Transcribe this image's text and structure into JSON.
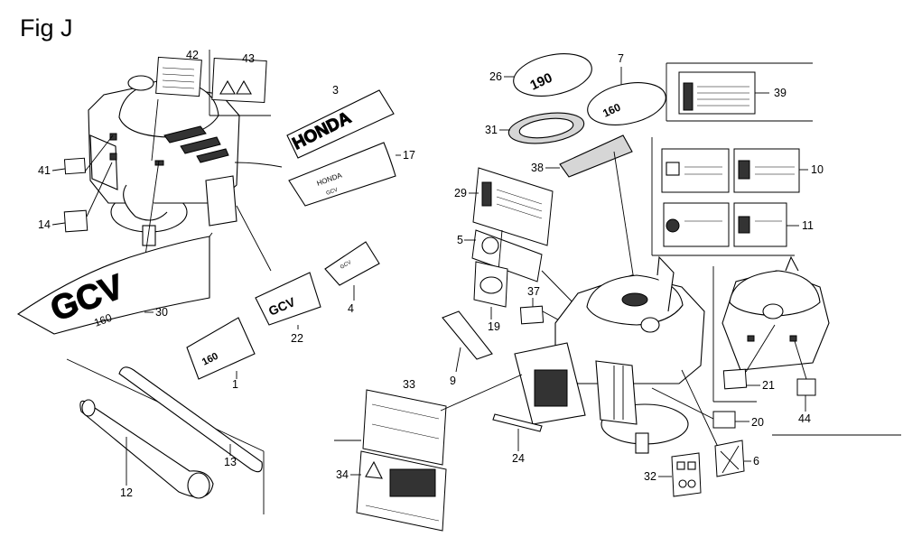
{
  "figure": {
    "title": "Fig J"
  },
  "callouts": {
    "c1": "1",
    "c3": "3",
    "c4": "4",
    "c5": "5",
    "c6": "6",
    "c7": "7",
    "c9": "9",
    "c10": "10",
    "c11": "11",
    "c12": "12",
    "c13": "13",
    "c14": "14",
    "c17": "17",
    "c19": "19",
    "c20": "20",
    "c21": "21",
    "c22": "22",
    "c24": "24",
    "c26": "26",
    "c29": "29",
    "c30": "30",
    "c31": "31",
    "c32": "32",
    "c33": "33",
    "c34": "34",
    "c37": "37",
    "c38": "38",
    "c39": "39",
    "c41": "41",
    "c42": "42",
    "c43": "43",
    "c44": "44"
  },
  "label_text": {
    "honda": "HONDA",
    "gcv": "GCV",
    "gcv_model": "160",
    "gcv_model_small": "190"
  }
}
